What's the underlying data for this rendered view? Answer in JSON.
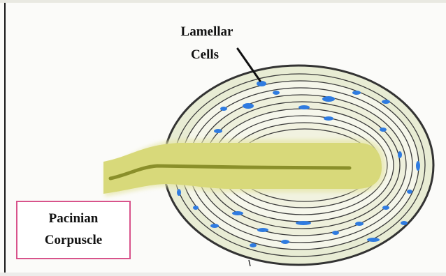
{
  "labels": {
    "lamellar_line1": "Lamellar",
    "lamellar_line2": "Cells",
    "name_line1": "Pacinian",
    "name_line2": "Corpuscle"
  },
  "colors": {
    "capsule_fill": "#e8ecd4",
    "capsule_outline": "#333333",
    "lamella_line": "#3a3a3a",
    "lamellar_cells": "#2f7be0",
    "nerve_fiber": "#d8d97a",
    "axon": "#8a8f2a",
    "name_box_border": "#d8538b"
  }
}
